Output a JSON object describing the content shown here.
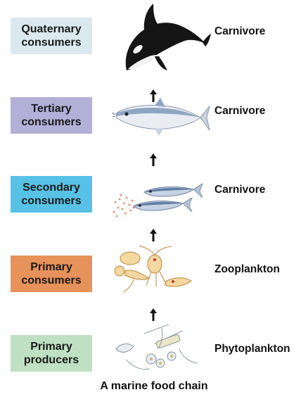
{
  "levels": [
    {
      "label_line1": "Quaternary",
      "label_line2": "consumers",
      "type": "Carnivore",
      "color": "#dbe9ef",
      "organism_icon": "orca-icon"
    },
    {
      "label_line1": "Tertiary",
      "label_line2": "consumers",
      "type": "Carnivore",
      "color": "#b3b0d8",
      "organism_icon": "tuna-icon"
    },
    {
      "label_line1": "Secondary",
      "label_line2": "consumers",
      "type": "Carnivore",
      "color": "#58c2e6",
      "organism_icon": "small-fish-icon"
    },
    {
      "label_line1": "Primary",
      "label_line2": "consumers",
      "type": "Zooplankton",
      "color": "#e6925a",
      "organism_icon": "zooplankton-icon"
    },
    {
      "label_line1": "Primary",
      "label_line2": "producers",
      "type": "Phytoplankton",
      "color": "#bfe0c2",
      "organism_icon": "phytoplankton-icon"
    }
  ],
  "caption": "A marine food chain"
}
